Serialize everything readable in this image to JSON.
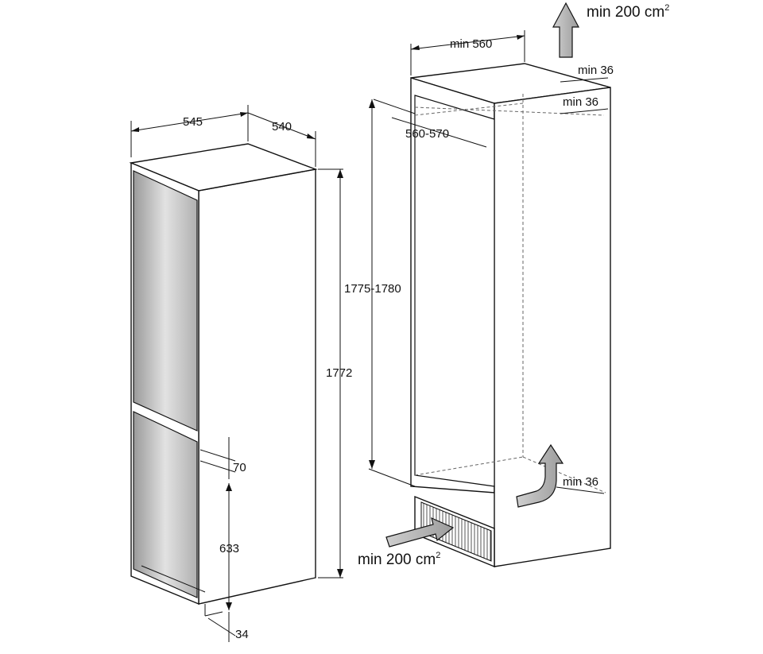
{
  "appliance": {
    "width": "545",
    "depth": "540",
    "height": "1772",
    "gap": "70",
    "lower_door": "633",
    "plinth": "34"
  },
  "niche": {
    "width": "min 560",
    "depth": "560-570",
    "height": "1775-1780",
    "clearance_top_back": "min 36",
    "clearance_top": "min 36",
    "clearance_bottom": "min 36",
    "vent_top": "min 200 cm",
    "vent_bottom": "min 200 cm",
    "superscript": "2"
  }
}
